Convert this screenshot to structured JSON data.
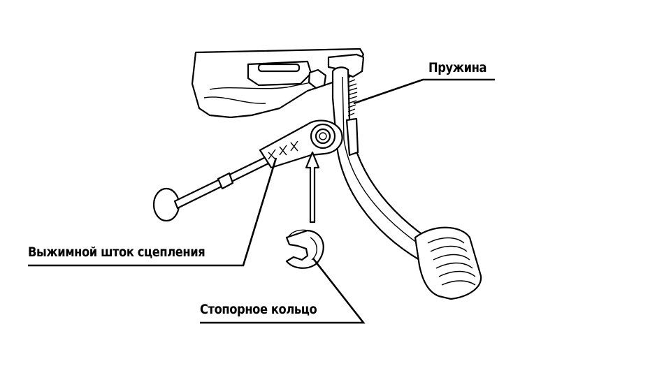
{
  "labels": {
    "spring": "Пружина",
    "release_rod": "Выжимной шток сцепления",
    "retaining_ring": "Стопорное кольцо"
  }
}
